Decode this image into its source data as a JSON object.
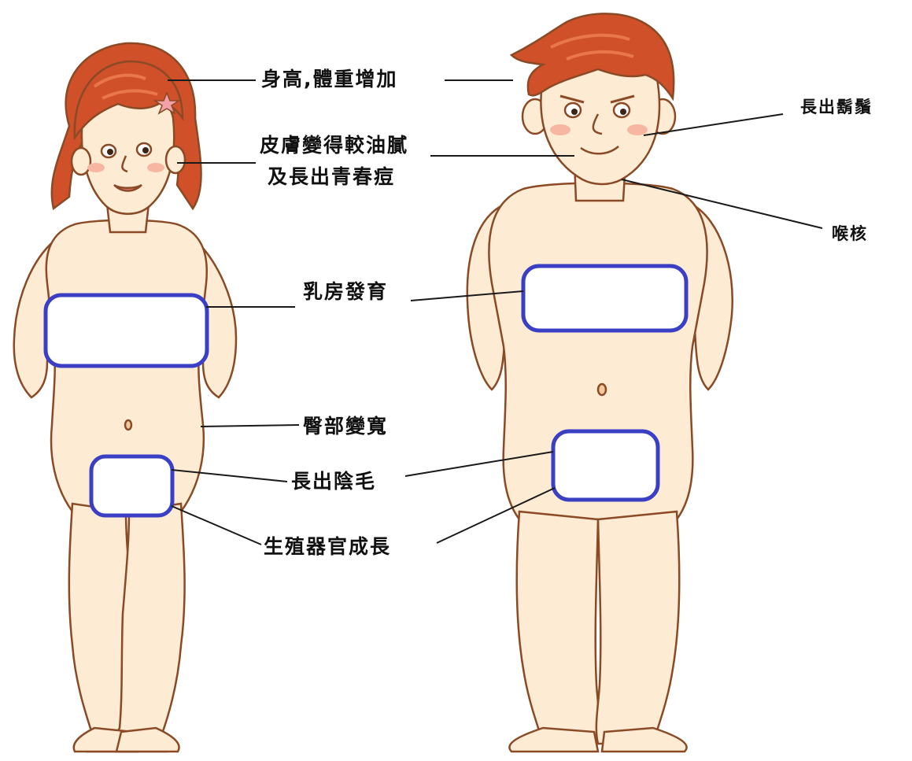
{
  "labels": {
    "height_weight": "身高,體重增加",
    "oily_skin_line1": "皮膚變得較油膩",
    "oily_skin_line2": "及長出青春痘",
    "beard": "長出鬍鬚",
    "adams_apple": "喉核",
    "breast": "乳房發育",
    "hips": "臀部變寬",
    "pubic_hair": "長出陰毛",
    "genitals": "生殖器官成長"
  },
  "colors": {
    "skin": "#fdebd3",
    "skin_shade": "#f1c9a0",
    "outline": "#8a4a25",
    "hair": "#d0502a",
    "hair_light": "#e9774a",
    "box_border": "#3a3fc4",
    "leader_line": "#1a1a1a"
  },
  "figures": [
    {
      "name": "girl",
      "hair_accessory": "star-clip"
    },
    {
      "name": "boy"
    }
  ]
}
